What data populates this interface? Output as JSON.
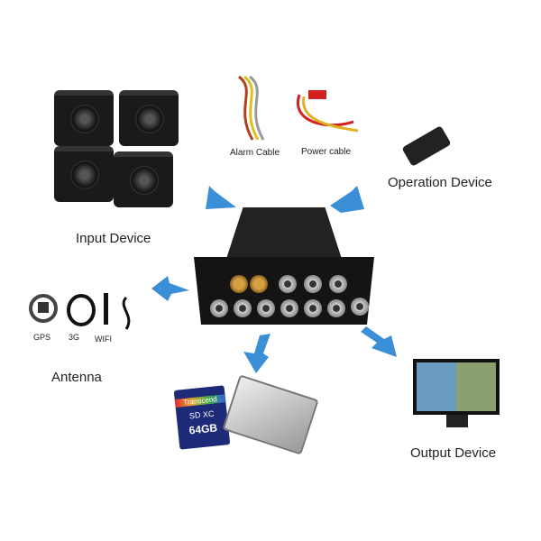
{
  "labels": {
    "input_device": "Input Device",
    "alarm_cable": "Alarm Cable",
    "power_cable": "Power cable",
    "operation_device": "Operation Device",
    "antenna": "Antenna",
    "output_device": "Output Device",
    "gps": "GPS",
    "g3": "3G",
    "wifi": "WIFI"
  },
  "sd_card": {
    "brand": "Transcend",
    "type": "SD XC",
    "capacity": "64GB"
  },
  "colors": {
    "arrow": "#3a8fd6",
    "device": "#1a1a1a"
  }
}
